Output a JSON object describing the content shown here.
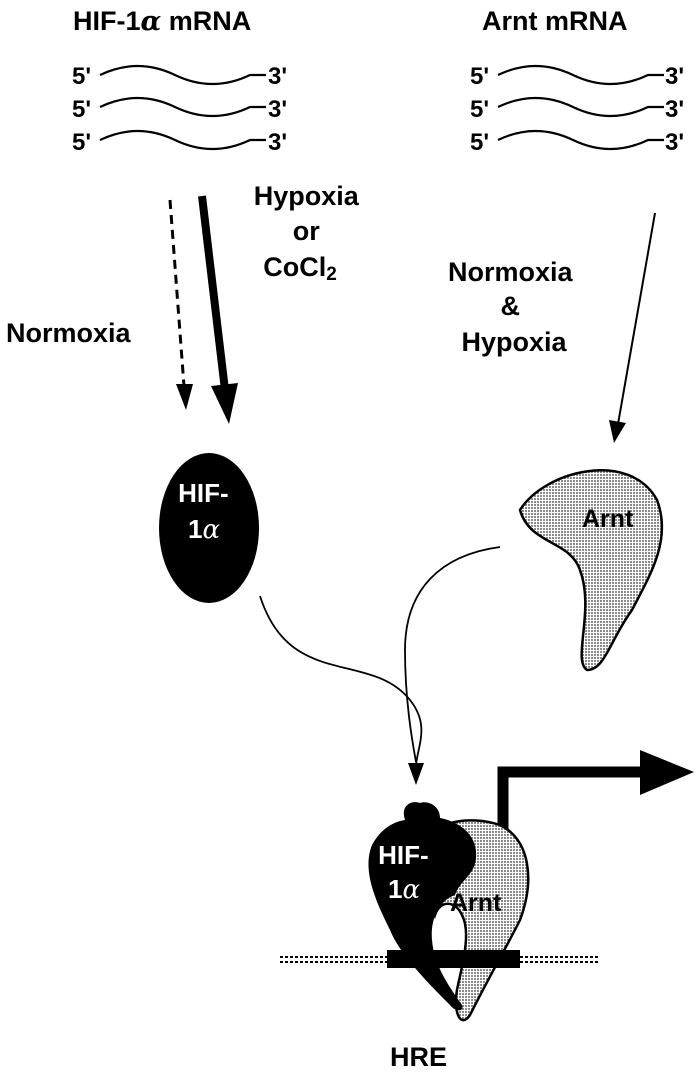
{
  "colors": {
    "ink": "#000000",
    "arnt_fill": "#bdbdbd",
    "background": "#ffffff"
  },
  "hif": {
    "header_prefix": "HIF-1",
    "header_greek": "α",
    "header_suffix": " mRNA",
    "five_prime": "5'",
    "three_prime": "3'",
    "strand_count": 3
  },
  "arnt": {
    "header": "Arnt mRNA",
    "five_prime": "5'",
    "three_prime": "3'",
    "strand_count": 3
  },
  "conditions": {
    "hypoxia_line1": "Hypoxia",
    "hypoxia_line2": "or",
    "hypoxia_line3_main": "CoCl",
    "hypoxia_line3_sub": "2",
    "normoxia": "Normoxia",
    "arnt_line1": "Normoxia",
    "arnt_line2": "&",
    "arnt_line3": "Hypoxia"
  },
  "proteins": {
    "hif_line1": "HIF-",
    "hif_line2_num": "1",
    "hif_line2_greek": "α",
    "arnt": "Arnt"
  },
  "complex": {
    "hif_line1": "HIF-",
    "hif_line2_num": "1",
    "hif_line2_greek": "α",
    "arnt": "Arnt"
  },
  "dna": {
    "element": "HRE"
  }
}
